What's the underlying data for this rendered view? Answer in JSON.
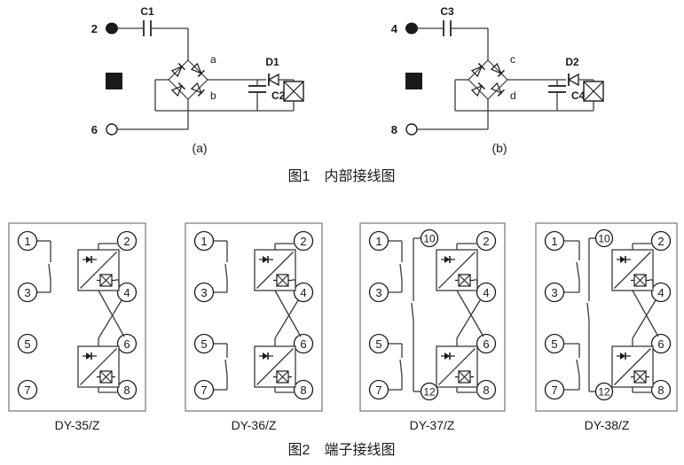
{
  "figure1": {
    "caption": "图1　内部接线图",
    "circuits": [
      {
        "sub_label": "(a)",
        "input_terminal": "2",
        "input_terminal_style": "filled",
        "return_terminal": "6",
        "return_terminal_style": "hollow",
        "series_capacitor": "C1",
        "smoothing_capacitor": "C2",
        "diode": "D1",
        "bridge_node_upper": "a",
        "bridge_node_lower": "b",
        "square_marker": "filled-square",
        "coil": "coil-box"
      },
      {
        "sub_label": "(b)",
        "input_terminal": "4",
        "input_terminal_style": "filled",
        "return_terminal": "8",
        "return_terminal_style": "hollow",
        "series_capacitor": "C3",
        "smoothing_capacitor": "C4",
        "diode": "D2",
        "bridge_node_upper": "c",
        "bridge_node_lower": "d",
        "square_marker": "filled-square",
        "coil": "coil-box"
      }
    ]
  },
  "figure2": {
    "caption": "图2　端子接线图",
    "panels": [
      {
        "model": "DY-35/Z",
        "terminals_left": [
          "1",
          "3",
          "5",
          "7"
        ],
        "terminals_right": [
          "2",
          "4",
          "6",
          "8"
        ],
        "terminals_mid": [],
        "switches": [
          "1-3"
        ],
        "relay_blocks": 2
      },
      {
        "model": "DY-36/Z",
        "terminals_left": [
          "1",
          "3",
          "5",
          "7"
        ],
        "terminals_right": [
          "2",
          "4",
          "6",
          "8"
        ],
        "terminals_mid": [],
        "switches": [
          "1-3",
          "5-7"
        ],
        "relay_blocks": 2
      },
      {
        "model": "DY-37/Z",
        "terminals_left": [
          "1",
          "3",
          "5",
          "7"
        ],
        "terminals_right": [
          "2",
          "4",
          "6",
          "8"
        ],
        "terminals_mid": [
          "10",
          "12"
        ],
        "switches": [
          "1-3",
          "5-7",
          "10-12"
        ],
        "relay_blocks": 2
      },
      {
        "model": "DY-38/Z",
        "terminals_left": [
          "1",
          "3",
          "5",
          "7"
        ],
        "terminals_right": [
          "2",
          "4",
          "6",
          "8"
        ],
        "terminals_mid": [
          "10",
          "12"
        ],
        "switches": [
          "1-3",
          "5-7",
          "10-12"
        ],
        "relay_blocks": 2
      }
    ]
  },
  "colors": {
    "line": "#3a3a3a",
    "text": "#1a1a1a",
    "panel_border": "#808080",
    "fill": "#1a1a1a",
    "background": "#ffffff"
  }
}
